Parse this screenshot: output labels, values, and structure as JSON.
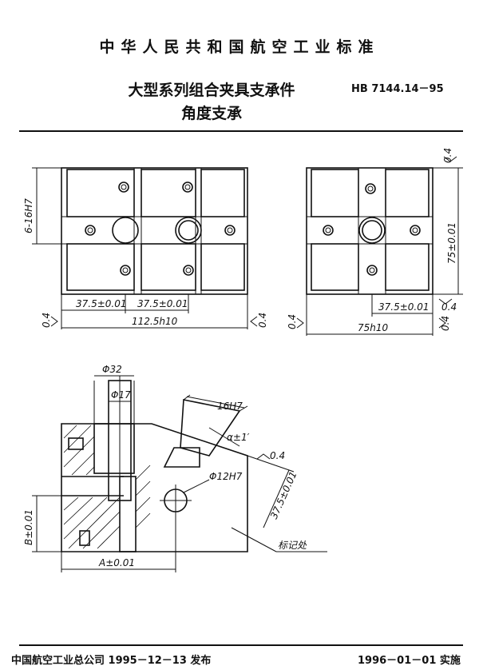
{
  "header": {
    "organization": "中华人民共和国航空工业标准",
    "title_line1": "大型系列组合夹具支承件",
    "title_line2": "角度支承",
    "standard_code": "HB 7144.14－95"
  },
  "drawing": {
    "front_view": {
      "dim_slot_width": "6-16H7",
      "dim_pitch_left": "37.5±0.01",
      "dim_pitch_right": "37.5±0.01",
      "dim_length": "112.5h10",
      "surface_left": "0.4",
      "surface_right": "0.4"
    },
    "side_view": {
      "dim_height": "75±0.01",
      "dim_pitch": "37.5±0.01",
      "dim_width": "75h10",
      "surface_top": "0.4",
      "surface_mid": "0.4",
      "surface_left": "0.4",
      "surface_bottom": "0.4"
    },
    "section_view": {
      "dim_bore_large": "Φ32",
      "dim_bore_small": "Φ17",
      "dim_slot": "16H7",
      "dim_angle": "α±1′",
      "dim_hole": "Φ12H7",
      "dim_offset": "37.5±0.01",
      "dim_b": "B±0.01",
      "dim_a": "A±0.01",
      "surface": "0.4",
      "marking_note": "标记处"
    }
  },
  "footer": {
    "issuer": "中国航空工业总公司 1995－12－13 发布",
    "effective": "1996－01－01 实施"
  }
}
